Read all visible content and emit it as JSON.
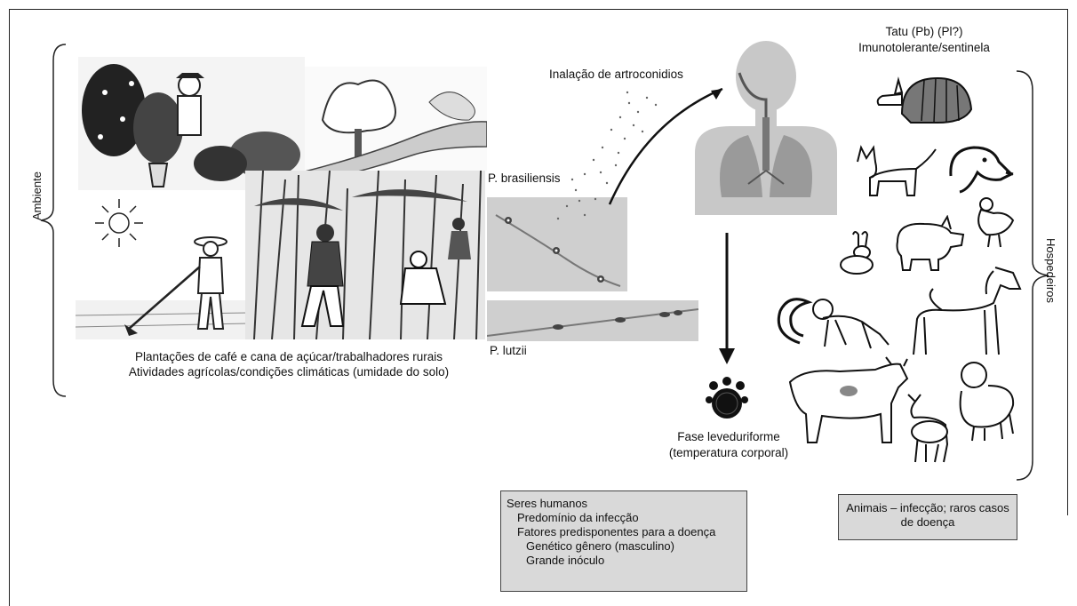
{
  "labels": {
    "ambiente": "Ambiente",
    "hospedeiros": "Hospedeiros",
    "inhalation": "Inalação de artroconidios",
    "armadillo_line1": "Tatu (Pb) (Pl?)",
    "armadillo_line2": "Imunotolerante/sentinela",
    "p_brasiliensis": "P. brasiliensis",
    "p_lutzii": "P. lutzii",
    "env_caption_line1": "Plantações de café e cana de açúcar/trabalhadores rurais",
    "env_caption_line2": "Atividades agrícolas/condições climáticas (umidade do solo)",
    "yeast_line1": "Fase leveduriforme",
    "yeast_line2": "(temperatura corporal)"
  },
  "humans_box": {
    "lines": [
      "Seres humanos",
      "Predomínio da infecção",
      "Fatores predisponentes para a doença",
      "Genético gênero (masculino)",
      "Grande inóculo"
    ]
  },
  "animals_box": {
    "line1": "Animais – infecção; raros casos",
    "line2": "de doença"
  }
}
